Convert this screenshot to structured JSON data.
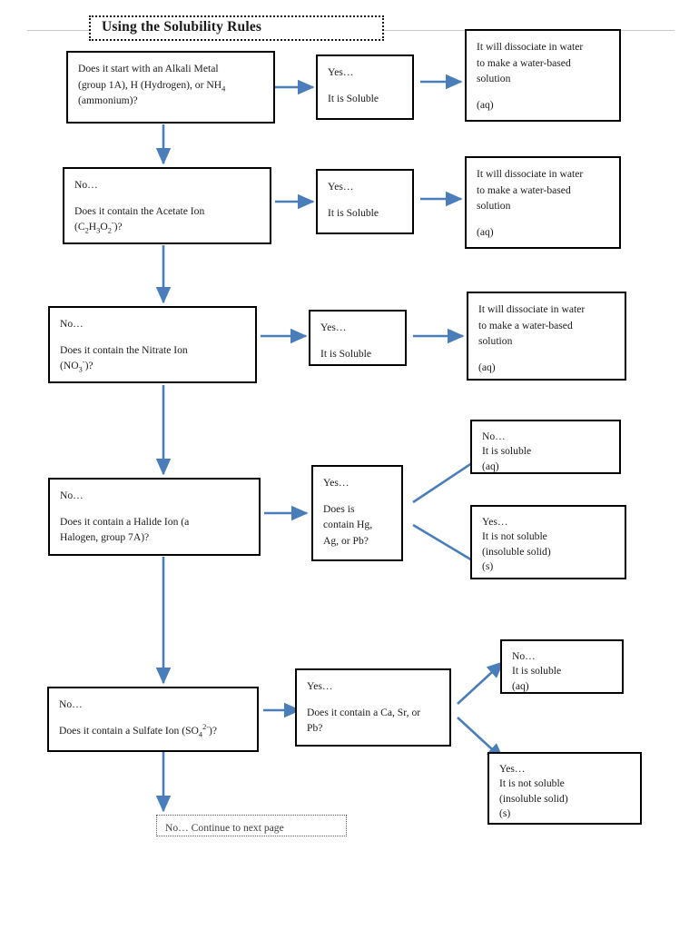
{
  "page": {
    "title": "Using the Solubility Rules",
    "accent_color": "#4a7ebb",
    "border_color": "#000000",
    "background": "#ffffff"
  },
  "nodes": {
    "q1": {
      "line1": "Does it start with an Alkali Metal",
      "line2_a": "(group 1A), H (Hydrogen), or NH",
      "line2_sub": "4",
      "line3": "(ammonium)?"
    },
    "q1_yes": {
      "line1": "Yes…",
      "line2": "It is Soluble"
    },
    "r1": {
      "line1": "It will dissociate in water",
      "line2": "to make a water-based",
      "line3": "solution",
      "line4": "(aq)"
    },
    "q2": {
      "line1": "No…",
      "line2": "Does it contain the Acetate Ion",
      "line3_a": "(C",
      "line3_sub1": "2",
      "line3_b": "H",
      "line3_sub2": "3",
      "line3_c": "O",
      "line3_sub3": "2",
      "line3_sup": "-",
      "line3_d": ")?"
    },
    "q2_yes": {
      "line1": "Yes…",
      "line2": "It is Soluble"
    },
    "r2": {
      "line1": "It will dissociate in water",
      "line2": "to make a water-based",
      "line3": "solution",
      "line4": "(aq)"
    },
    "q3": {
      "line1": "No…",
      "line2": "Does it contain the Nitrate Ion",
      "line3_a": "(NO",
      "line3_sub": "3",
      "line3_sup": "-",
      "line3_b": ")?"
    },
    "q3_yes": {
      "line1": "Yes…",
      "line2": "It is Soluble"
    },
    "r3": {
      "line1": "It will dissociate in water",
      "line2": "to make a water-based",
      "line3": "solution",
      "line4": "(aq)"
    },
    "q4": {
      "line1": "No…",
      "line2": "Does it contain a Halide Ion (a",
      "line3": "Halogen, group 7A)?"
    },
    "q4_yes": {
      "line1": "Yes…",
      "line2": "Does is",
      "line3": "contain Hg,",
      "line4": "Ag, or Pb?"
    },
    "r4_no": {
      "line1": "No…",
      "line2": "It is soluble",
      "line3": "(aq)"
    },
    "r4_yes": {
      "line1": "Yes…",
      "line2": "It is not soluble",
      "line3": "(insoluble solid)",
      "line4": "(s)"
    },
    "q5": {
      "line1": "No…",
      "line2_a": "Does it contain a Sulfate Ion (SO",
      "line2_sub": "4",
      "line2_sup": "2-",
      "line2_b": ")?"
    },
    "q5_yes": {
      "line1": "Yes…",
      "line2": "Does it contain a Ca, Sr, or",
      "line3": "Pb?"
    },
    "r5_no": {
      "line1": "No…",
      "line2": "It is soluble",
      "line3": "(aq)"
    },
    "r5_yes": {
      "line1": "Yes…",
      "line2": "It is not soluble",
      "line3": "(insoluble solid)",
      "line4": "(s)"
    },
    "continue": {
      "label": "No… Continue to next page"
    }
  }
}
